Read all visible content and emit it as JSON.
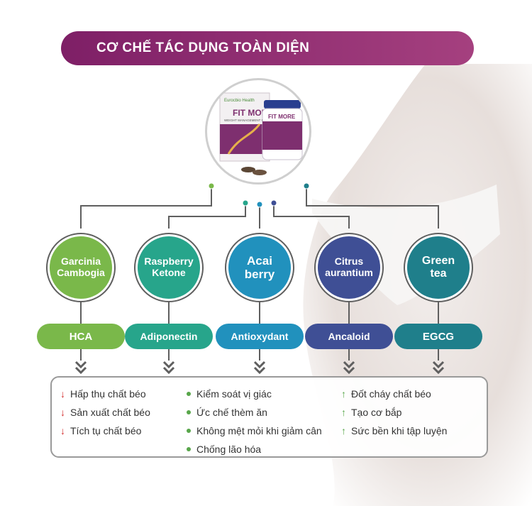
{
  "header": {
    "title": "CƠ CHẾ TÁC DỤNG TOÀN DIỆN"
  },
  "product": {
    "box_brand": "Eurocbio Health",
    "box_name": "FIT MORE",
    "box_subtitle": "WEIGHT MANAGEMENT FORMULA",
    "bottle_name": "FIT MORE"
  },
  "ingredients": [
    {
      "name_line1": "Garcinia",
      "name_line2": "Cambogia",
      "compound": "HCA",
      "color": "#7ab84a"
    },
    {
      "name_line1": "Raspberry",
      "name_line2": "Ketone",
      "compound": "Adiponectin",
      "color": "#27a58b"
    },
    {
      "name_line1": "Acai",
      "name_line2": "berry",
      "compound": "Antioxydant",
      "color": "#2191bd"
    },
    {
      "name_line1": "Citrus",
      "name_line2": "aurantium",
      "compound": "Ancaloid",
      "color": "#3f4f95"
    },
    {
      "name_line1": "Green",
      "name_line2": "tea",
      "compound": "EGCG",
      "color": "#1f7f8b"
    }
  ],
  "benefits": {
    "decrease": [
      "Hấp thụ chất béo",
      "Sản xuất chất béo",
      "Tích tụ chất béo"
    ],
    "control": [
      "Kiểm soát vị giác",
      "Ức chế thèm ăn",
      "Không mệt mỏi khi giảm cân",
      "Chống lão hóa"
    ],
    "increase": [
      "Đốt cháy chất béo",
      "Tạo cơ bắp",
      "Sức bền khi tập luyện"
    ]
  },
  "colors": {
    "banner": "#8b2a70",
    "connector": "#5f5f5f",
    "decrease_arrow": "#d32e2e",
    "increase_arrow": "#58a64a",
    "bullet": "#58a64a"
  }
}
